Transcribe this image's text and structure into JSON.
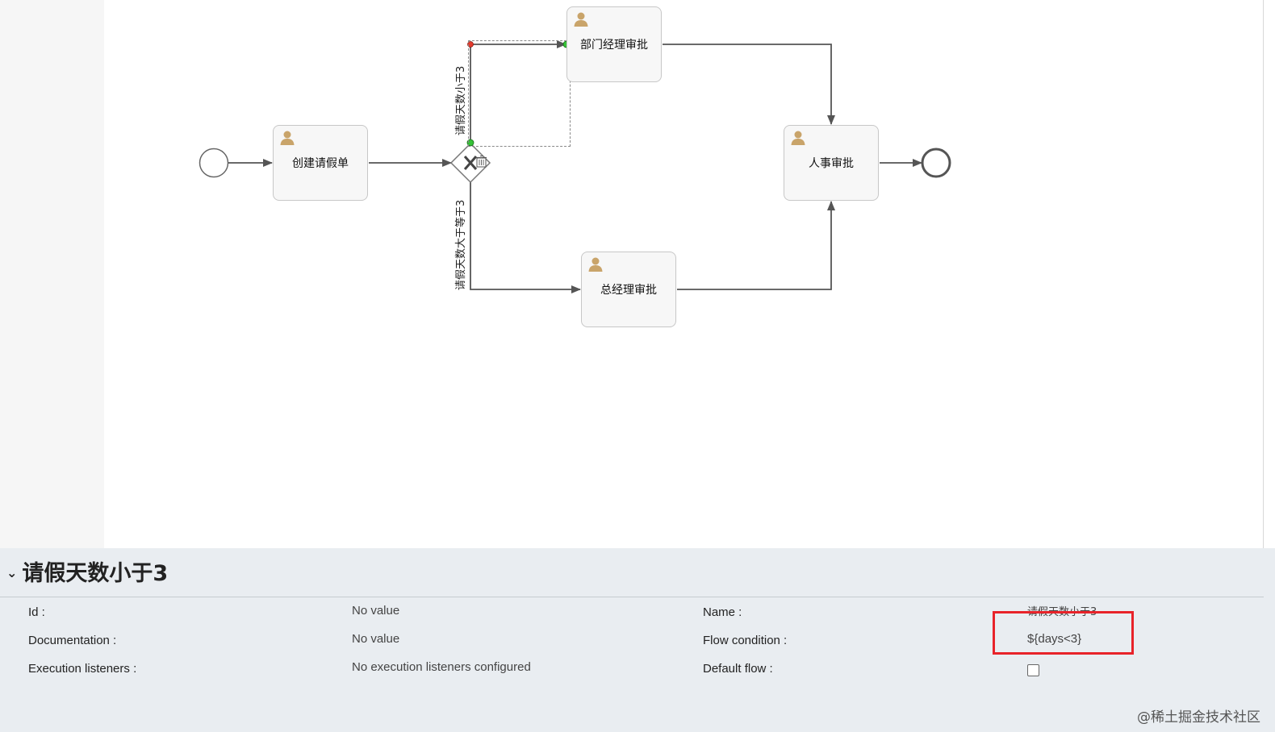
{
  "diagram": {
    "tasks": {
      "create_leave_form": "创建请假单",
      "dept_manager_approval": "部门经理审批",
      "general_manager_approval": "总经理审批",
      "hr_approval": "人事审批"
    },
    "flow_labels": {
      "days_less_than_3": "请假天数小于3",
      "days_ge_3": "请假天数大于等于3"
    }
  },
  "properties_panel": {
    "title": "请假天数小于3",
    "fields": {
      "id_label": "Id :",
      "id_value": "No value",
      "documentation_label": "Documentation :",
      "documentation_value": "No value",
      "execution_listeners_label": "Execution listeners :",
      "execution_listeners_value": "No execution listeners configured",
      "name_label": "Name :",
      "name_value": "请假天数小于3",
      "flow_condition_label": "Flow condition :",
      "flow_condition_value": "${days<3}",
      "default_flow_label": "Default flow :",
      "default_flow_checked": false
    }
  },
  "watermark": "@稀土掘金技术社区",
  "colors": {
    "highlight": "#e8232a",
    "user_icon": "#c9a46a",
    "panel_bg": "#e9edf1"
  }
}
